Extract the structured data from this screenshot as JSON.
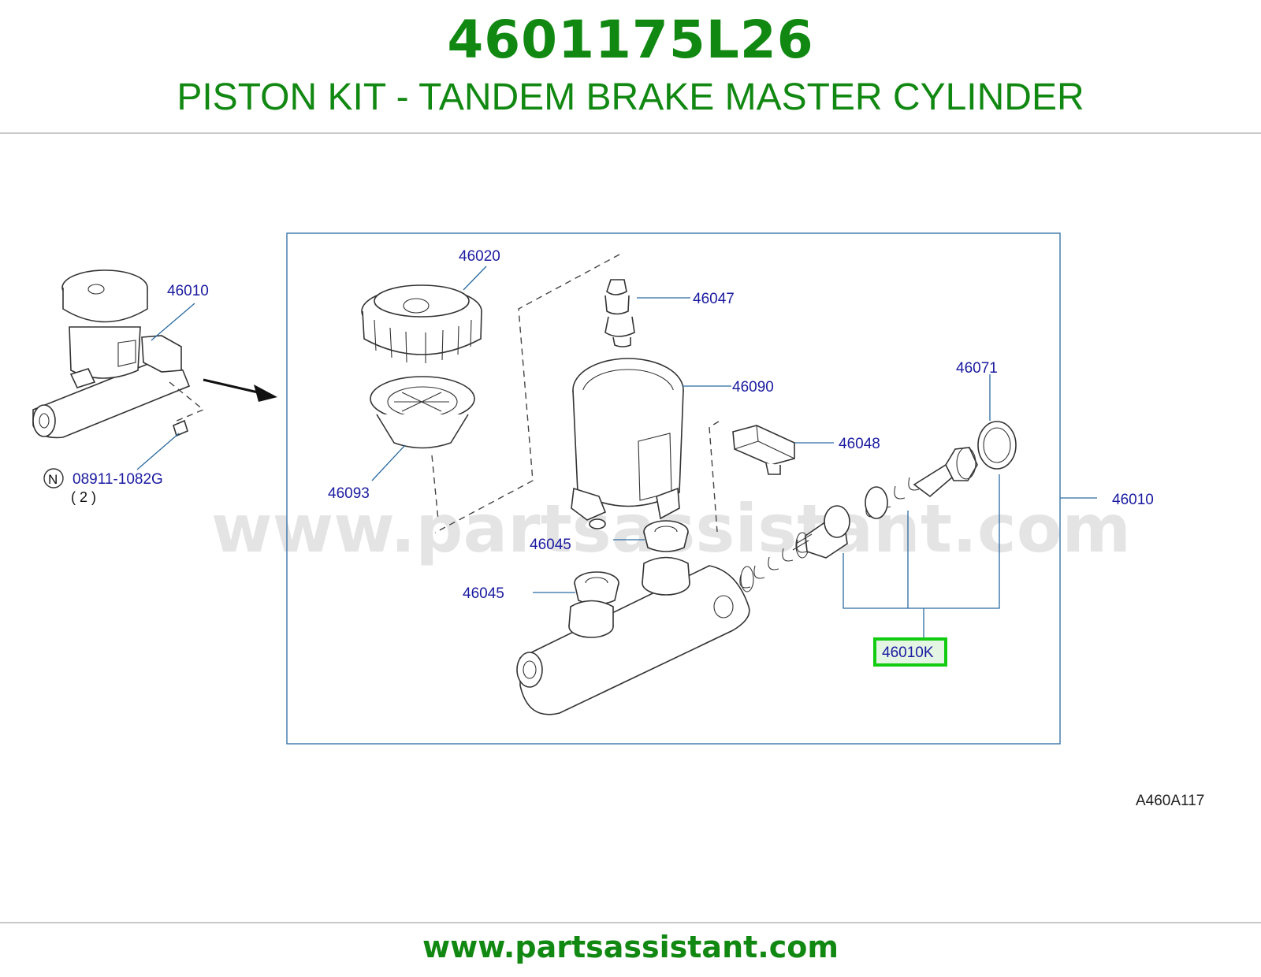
{
  "header": {
    "part_number": "4601175L26",
    "title": "PISTON KIT - TANDEM BRAKE MASTER CYLINDER"
  },
  "diagram": {
    "callouts": [
      {
        "id": "c-46020",
        "text": "46020"
      },
      {
        "id": "c-46047",
        "text": "46047"
      },
      {
        "id": "c-46090",
        "text": "46090"
      },
      {
        "id": "c-46071",
        "text": "46071"
      },
      {
        "id": "c-46048",
        "text": "46048"
      },
      {
        "id": "c-46093",
        "text": "46093"
      },
      {
        "id": "c-46010-main",
        "text": "46010"
      },
      {
        "id": "c-46045-a",
        "text": "46045"
      },
      {
        "id": "c-46045-b",
        "text": "46045"
      },
      {
        "id": "c-46010-left",
        "text": "46010"
      },
      {
        "id": "c-08911",
        "text": "08911-1082G"
      }
    ],
    "highlighted_callout": "46010K",
    "highlight_color": "#11cc11",
    "nut_marker": "N",
    "nut_quantity": "( 2 )",
    "sheet_code": "A460A117",
    "watermark": "www.partsassistant.com",
    "callout_color": "#1a1aa0",
    "brand_color": "#118811"
  },
  "footer": {
    "url": "www.partsassistant.com"
  }
}
